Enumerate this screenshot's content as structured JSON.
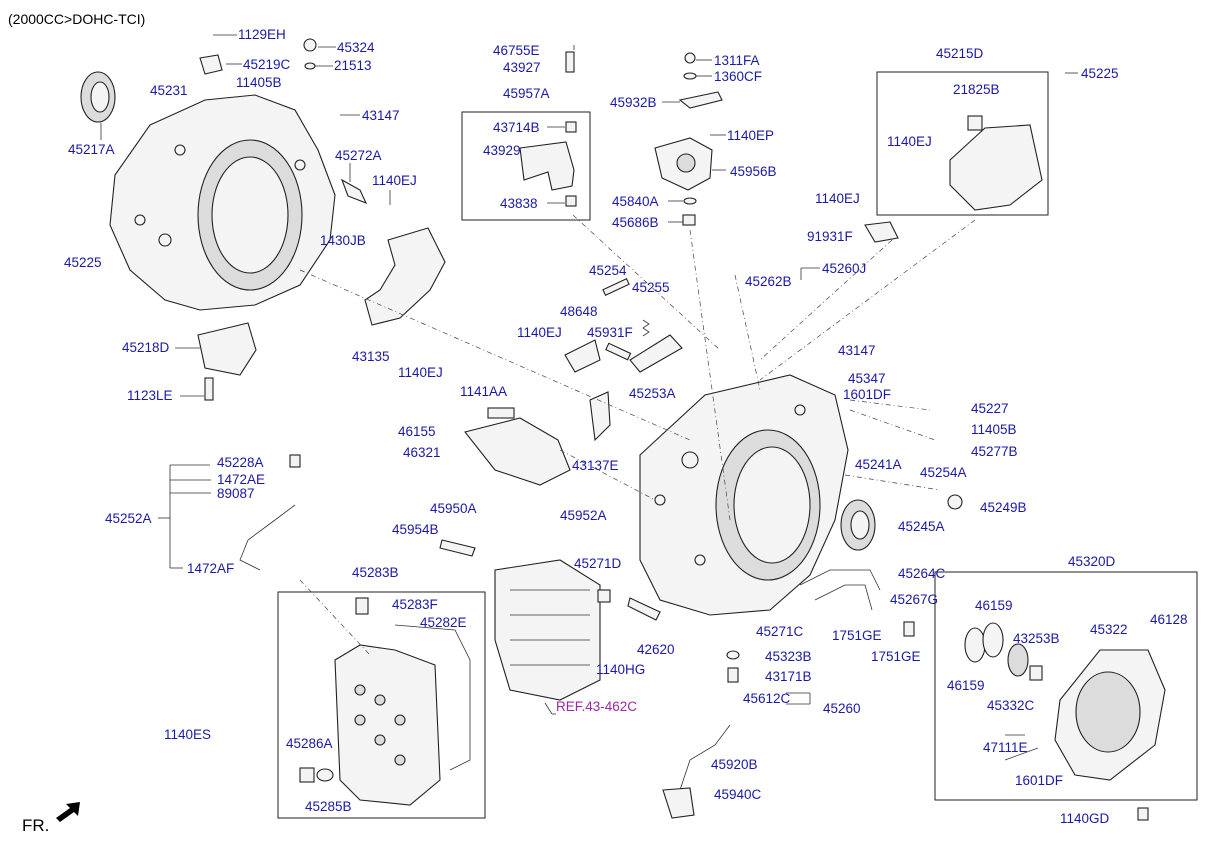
{
  "header": {
    "engine_spec": "(2000CC>DOHC-TCI)"
  },
  "footer": {
    "front_marker": "FR."
  },
  "reference": {
    "label": "REF.43-462C"
  },
  "parts": {
    "p1129EH": "1129EH",
    "p45324": "45324",
    "p45219C": "45219C",
    "p21513": "21513",
    "p11405B_a": "11405B",
    "p45231": "45231",
    "p45217A": "45217A",
    "p43147_a": "43147",
    "p45272A": "45272A",
    "p1140EJ_a": "1140EJ",
    "p1430JB": "1430JB",
    "p45225_a": "45225",
    "p43135": "43135",
    "p1140EJ_b": "1140EJ",
    "p45218D": "45218D",
    "p1123LE": "1123LE",
    "p46755E": "46755E",
    "p43927": "43927",
    "p45957A": "45957A",
    "p43714B": "43714B",
    "p43929": "43929",
    "p43838": "43838",
    "p1311FA": "1311FA",
    "p1360CF": "1360CF",
    "p45932B": "45932B",
    "p1140EP": "1140EP",
    "p45956B": "45956B",
    "p45840A": "45840A",
    "p45686B": "45686B",
    "p45215D": "45215D",
    "p45225_b": "45225",
    "p21825B": "21825B",
    "p1140EJ_c": "1140EJ",
    "p1140EJ_d": "1140EJ",
    "p91931F": "91931F",
    "p45260J": "45260J",
    "p45262B": "45262B",
    "p45254": "45254",
    "p45255": "45255",
    "p48648": "48648",
    "p1140EJ_e": "1140EJ",
    "p45931F": "45931F",
    "p45253A": "45253A",
    "p43147_b": "43147",
    "p45347": "45347",
    "p1601DF_a": "1601DF",
    "p1141AA": "1141AA",
    "p45227": "45227",
    "p11405B_b": "11405B",
    "p45277B": "45277B",
    "p46155": "46155",
    "p46321": "46321",
    "p43137E": "43137E",
    "p45241A": "45241A",
    "p45254A": "45254A",
    "p45249B": "45249B",
    "p45228A": "45228A",
    "p1472AE": "1472AE",
    "p89087": "89087",
    "p45252A": "45252A",
    "p1472AF": "1472AF",
    "p45950A": "45950A",
    "p45954B": "45954B",
    "p45952A": "45952A",
    "p45245A": "45245A",
    "p45271D": "45271D",
    "p45264C": "45264C",
    "p45267G": "45267G",
    "p45283B": "45283B",
    "p45283F": "45283F",
    "p45282E": "45282E",
    "p45271C": "45271C",
    "p1751GE_a": "1751GE",
    "p1751GE_b": "1751GE",
    "p1140HG": "1140HG",
    "p42620": "42620",
    "p45323B": "45323B",
    "p43171B": "43171B",
    "p45612C": "45612C",
    "p45260": "45260",
    "p1140ES": "1140ES",
    "p45286A": "45286A",
    "p45285B": "45285B",
    "p45920B": "45920B",
    "p45940C": "45940C",
    "p45320D": "45320D",
    "p46159_a": "46159",
    "p43253B": "43253B",
    "p45322": "45322",
    "p46128": "46128",
    "p46159_b": "46159",
    "p45332C": "45332C",
    "p47111E": "47111E",
    "p1601DF_b": "1601DF",
    "p1140GD": "1140GD"
  }
}
